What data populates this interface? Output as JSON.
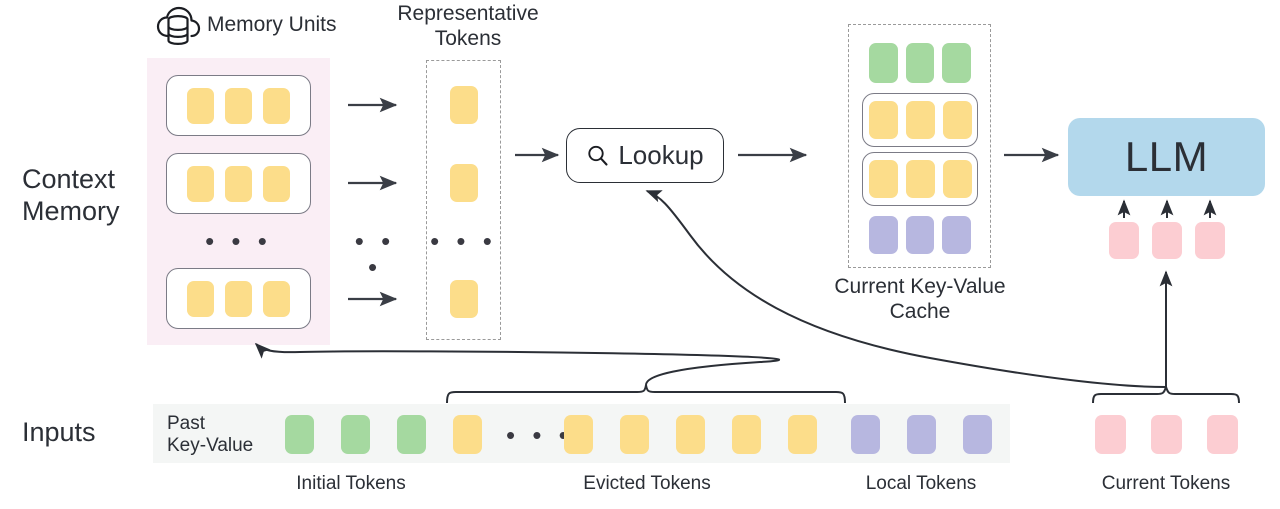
{
  "diagram": {
    "title": "Context Memory LLM KV-cache lookup architecture",
    "row_labels": {
      "context_memory": "Context\nMemory",
      "inputs": "Inputs"
    },
    "headers": {
      "memory_units": "Memory Units",
      "representative_tokens": "Representative\nTokens",
      "current_kv_cache": "Current Key-Value\nCache"
    },
    "icons": {
      "cloud_database": "cloud-database-icon",
      "search": "search-icon"
    },
    "lookup": {
      "label": "Lookup"
    },
    "llm": {
      "label": "LLM"
    },
    "ellipsis": "• • •",
    "input_row": {
      "inline_label": "Past\nKey-Value",
      "groups": [
        {
          "name": "initial",
          "caption": "Initial Tokens",
          "color": "green",
          "count": 3
        },
        {
          "name": "evicted",
          "caption": "Evicted Tokens",
          "color": "yellow",
          "count": 6,
          "has_ellipsis": true
        },
        {
          "name": "local",
          "caption": "Local Tokens",
          "color": "purple",
          "count": 3
        },
        {
          "name": "current",
          "caption": "Current Tokens",
          "color": "red",
          "count": 3
        }
      ]
    },
    "memory_units": {
      "rows": 3,
      "tokens_per_row": 3,
      "token_color": "yellow",
      "has_ellipsis": true
    },
    "representative_tokens": {
      "count": 3,
      "token_color": "yellow",
      "has_ellipsis": true
    },
    "kv_cache_rows": [
      {
        "name": "initial-tokens-row",
        "color": "green",
        "boxed": false,
        "count": 3
      },
      {
        "name": "retrieved-memory-unit-1",
        "color": "yellow",
        "boxed": true,
        "count": 3
      },
      {
        "name": "retrieved-memory-unit-2",
        "color": "yellow",
        "boxed": true,
        "count": 3
      },
      {
        "name": "local-tokens-row",
        "color": "purple",
        "boxed": false,
        "count": 3
      }
    ],
    "colors": {
      "token_yellow": "#fcdd8a",
      "token_green": "#a5d9a0",
      "token_purple": "#b7b7e0",
      "token_red": "#fccdd2",
      "context_panel_pink": "#faeef5",
      "inputs_band_gray": "#f4f6f5",
      "llm_blue": "#b3d8ec",
      "stroke_dark": "#2b2f36",
      "dash_gray": "#9a9a9a"
    }
  }
}
